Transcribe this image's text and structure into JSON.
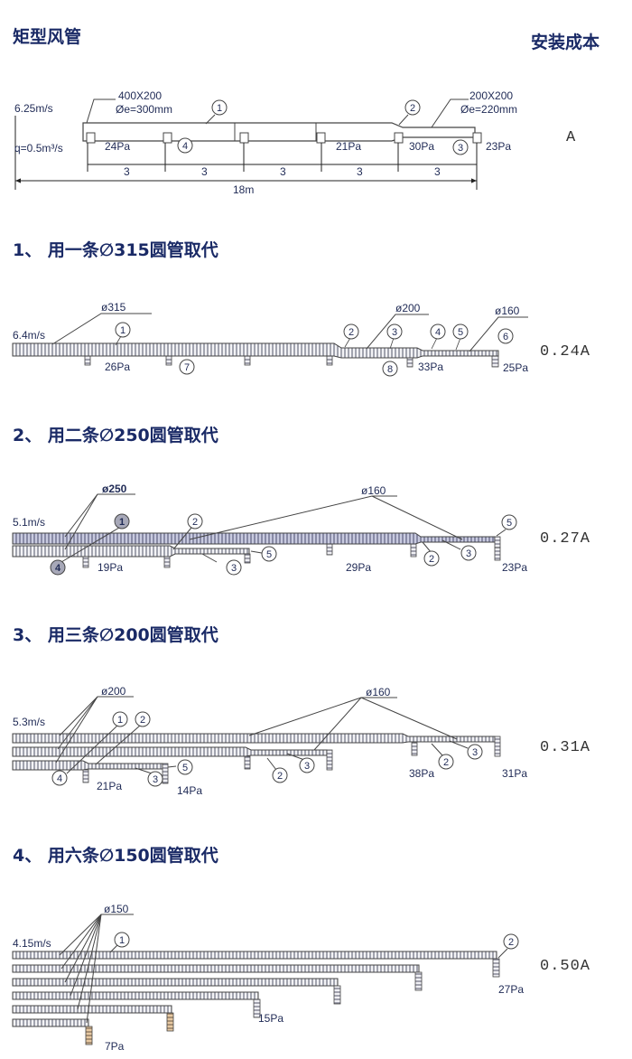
{
  "header": {
    "left_title": "矩型风管",
    "right_title": "安装成本"
  },
  "rect_duct": {
    "velocity": "6.25m/s",
    "flow": "q=0.5m³/s",
    "size1": "400X200",
    "de1": "Øe=300mm",
    "size2": "200X200",
    "de2": "Øe=220mm",
    "pressures": [
      "24Pa",
      "21Pa",
      "30Pa",
      "23Pa"
    ],
    "segments": [
      "3",
      "3",
      "3",
      "3",
      "3"
    ],
    "total": "18m",
    "markers": [
      "1",
      "2",
      "3",
      "4"
    ],
    "cost": "A"
  },
  "options": [
    {
      "title": "1、 用一条∅315圆管取代",
      "velocity": "6.4m/s",
      "cost": "0.24A",
      "dims": [
        "ø315",
        "ø200",
        "ø160"
      ],
      "pressures": [
        "26Pa",
        "33Pa",
        "25Pa"
      ],
      "markers": [
        "1",
        "2",
        "3",
        "4",
        "5",
        "6",
        "7",
        "8"
      ]
    },
    {
      "title": "2、 用二条∅250圆管取代",
      "velocity": "5.1m/s",
      "cost": "0.27A",
      "dims": [
        "ø250",
        "ø160"
      ],
      "pressures": [
        "19Pa",
        "29Pa",
        "23Pa"
      ],
      "markers": [
        "1",
        "2",
        "3",
        "4",
        "5"
      ]
    },
    {
      "title": "3、 用三条∅200圆管取代",
      "velocity": "5.3m/s",
      "cost": "0.31A",
      "dims": [
        "ø200",
        "ø160"
      ],
      "pressures": [
        "21Pa",
        "14Pa",
        "38Pa",
        "31Pa"
      ],
      "markers": [
        "1",
        "2",
        "3",
        "4",
        "5"
      ]
    },
    {
      "title": "4、 用六条∅150圆管取代",
      "velocity": "4.15m/s",
      "cost": "0.50A",
      "dims": [
        "ø150"
      ],
      "pressures": [
        "15Pa",
        "27Pa",
        "7Pa"
      ],
      "markers": [
        "1",
        "2"
      ]
    }
  ]
}
